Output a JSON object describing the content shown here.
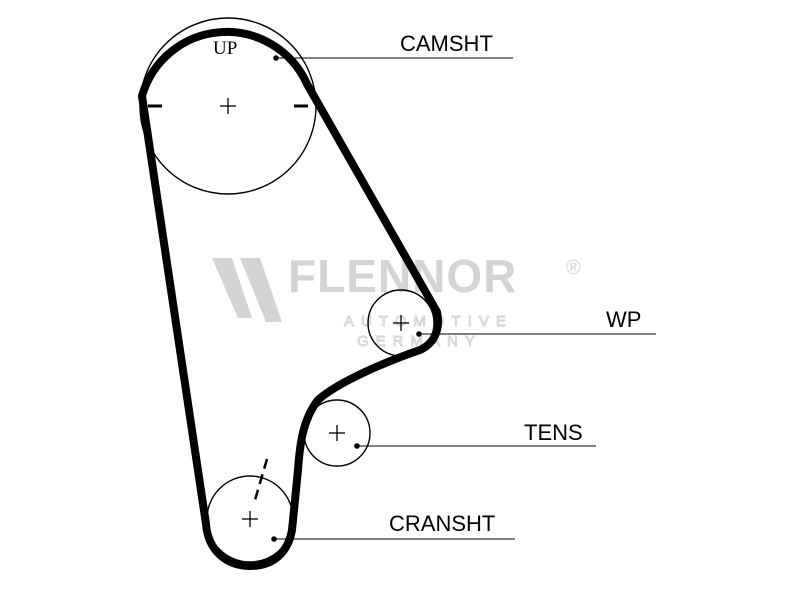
{
  "labels": {
    "camshaft": "CAMSHT",
    "water_pump": "WP",
    "tensioner": "TENS",
    "crankshaft": "CRANSHT",
    "up_mark": "UP"
  },
  "watermark": {
    "brand": "FLENNOR",
    "registered": "®",
    "line1": "AUTOMOTIVE",
    "line2": "GERMANY"
  },
  "colors": {
    "belt": "#000000",
    "watermark": "#d4d4d4"
  }
}
